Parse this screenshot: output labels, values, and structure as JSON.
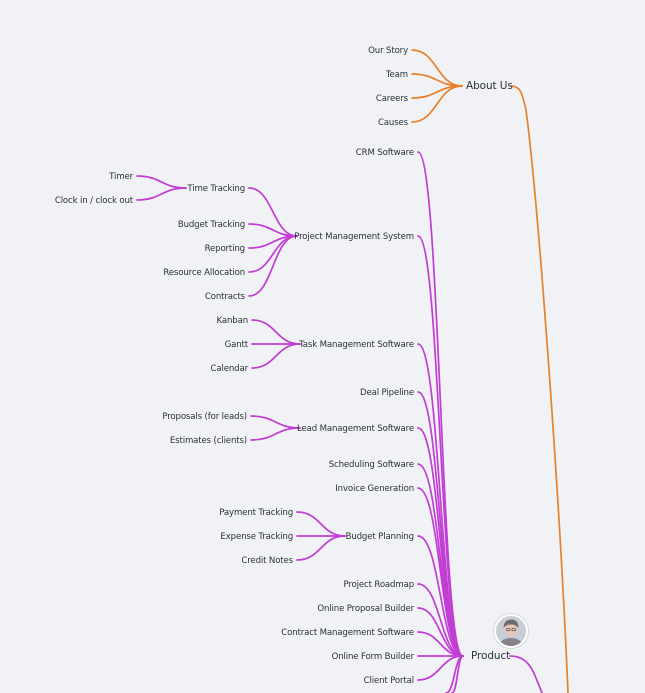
{
  "colors": {
    "about": "#e8812a",
    "product": "#c23dd4"
  },
  "about": {
    "label": "About Us",
    "children": [
      "Our Story",
      "Team",
      "Careers",
      "Causes"
    ]
  },
  "product": {
    "label": "Product",
    "avatar_icon": "user-avatar-icon",
    "children": [
      {
        "label": "CRM Software"
      },
      {
        "label": "Project Management System",
        "children": [
          {
            "label": "Time Tracking",
            "children": [
              {
                "label": "Timer"
              },
              {
                "label": "Clock in / clock out"
              }
            ]
          },
          {
            "label": "Budget Tracking"
          },
          {
            "label": "Reporting"
          },
          {
            "label": "Resource Allocation"
          },
          {
            "label": "Contracts"
          }
        ]
      },
      {
        "label": "Task Management Software",
        "children": [
          {
            "label": "Kanban"
          },
          {
            "label": "Gantt"
          },
          {
            "label": "Calendar"
          }
        ]
      },
      {
        "label": "Deal Pipeline"
      },
      {
        "label": "Lead Management Software",
        "children": [
          {
            "label": "Proposals (for leads)"
          },
          {
            "label": "Estimates (clients)"
          }
        ]
      },
      {
        "label": "Scheduling Software"
      },
      {
        "label": "Invoice Generation"
      },
      {
        "label": "Budget Planning",
        "children": [
          {
            "label": "Payment Tracking"
          },
          {
            "label": "Expense Tracking"
          },
          {
            "label": "Credit Notes"
          }
        ]
      },
      {
        "label": "Project Roadmap"
      },
      {
        "label": "Online Proposal Builder"
      },
      {
        "label": "Contract Management Software"
      },
      {
        "label": "Online Form Builder"
      },
      {
        "label": "Client Portal"
      }
    ]
  }
}
